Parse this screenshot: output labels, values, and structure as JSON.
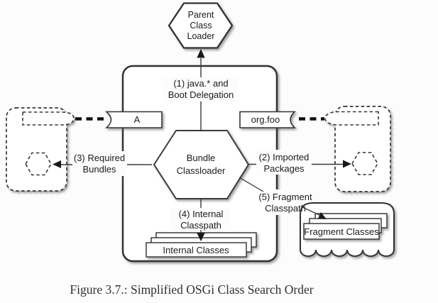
{
  "figure": {
    "caption": "Figure 3.7.: Simplified OSGi Class Search Order"
  },
  "colors": {
    "background": "#fcfcfc",
    "shape_fill": "#ffffff",
    "stroke": "#363636",
    "text": "#1b1b1b",
    "heavy_dash": "#111111"
  },
  "nodes": {
    "parent_class_loader": {
      "lines": [
        "Parent",
        "Class",
        "Loader"
      ]
    },
    "bundle_classloader": {
      "lines": [
        "Bundle",
        "Classloader"
      ]
    },
    "export_tab": {
      "label": "A"
    },
    "import_tab": {
      "label": "org.foo"
    },
    "internal_classes": {
      "label": "Internal Classes"
    },
    "fragment_classes": {
      "label": "Fragment Classes"
    }
  },
  "edges": {
    "boot_delegation": {
      "lines": [
        "(1) java.* and",
        "Boot Delegation"
      ]
    },
    "imported_packages": {
      "lines": [
        "(2) Imported",
        "Packages"
      ]
    },
    "required_bundles": {
      "lines": [
        "(3) Required",
        "Bundles"
      ]
    },
    "internal_classpath": {
      "lines": [
        "(4) Internal",
        "Classpath"
      ]
    },
    "fragment_classpath": {
      "lines": [
        "(5) Fragment",
        "Classpath"
      ]
    }
  }
}
